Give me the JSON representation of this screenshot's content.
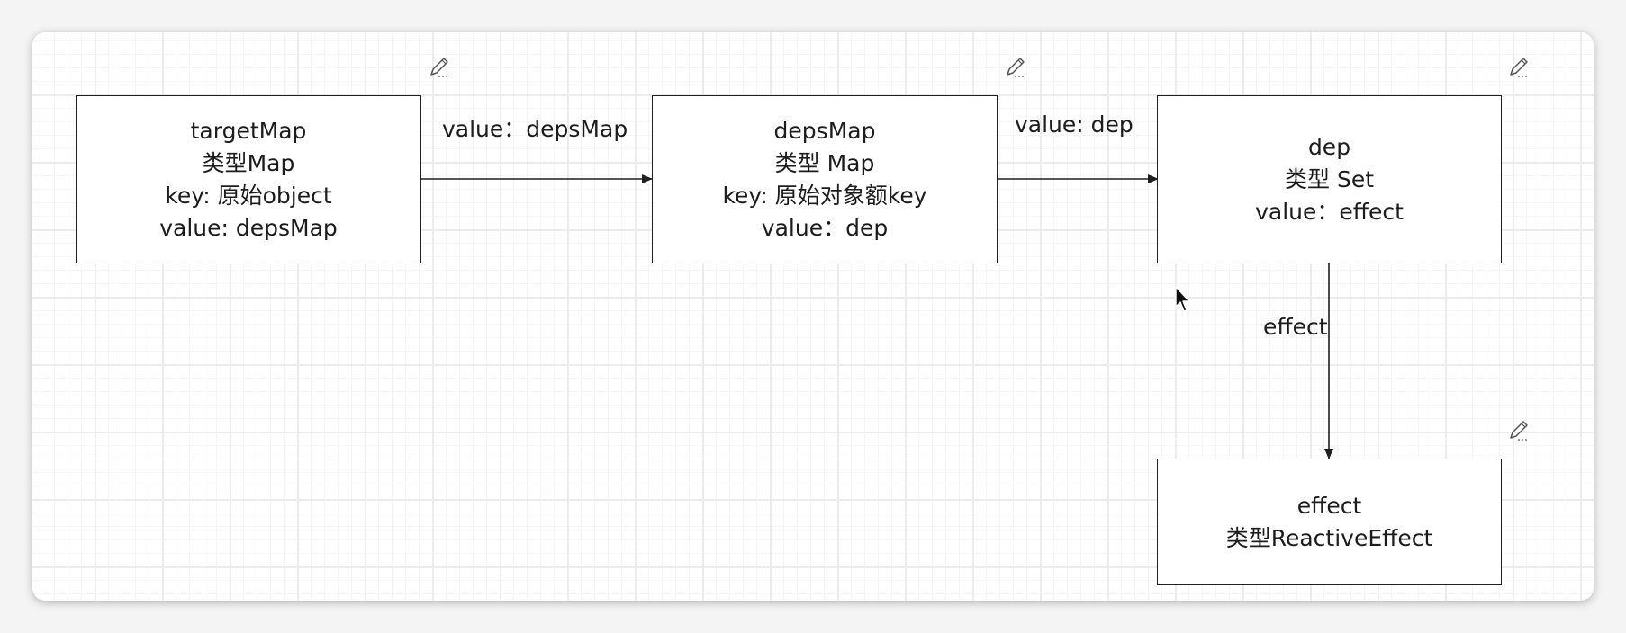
{
  "diagram": {
    "nodes": [
      {
        "id": "targetMap",
        "lines": [
          "targetMap",
          "类型Map",
          "key: 原始object",
          "value: depsMap"
        ]
      },
      {
        "id": "depsMap",
        "lines": [
          "depsMap",
          "类型 Map",
          "key: 原始对象额key",
          "value：dep"
        ]
      },
      {
        "id": "dep",
        "lines": [
          "dep",
          "类型 Set",
          "value：effect"
        ]
      },
      {
        "id": "effect",
        "lines": [
          "effect",
          "类型ReactiveEffect"
        ]
      }
    ],
    "edges": [
      {
        "from": "targetMap",
        "to": "depsMap",
        "label": "value：depsMap"
      },
      {
        "from": "depsMap",
        "to": "dep",
        "label": "value: dep"
      },
      {
        "from": "dep",
        "to": "effect",
        "label": "effect"
      }
    ]
  },
  "icons": {
    "edit": "pencil-icon",
    "cursor": "mouse-pointer-icon"
  }
}
